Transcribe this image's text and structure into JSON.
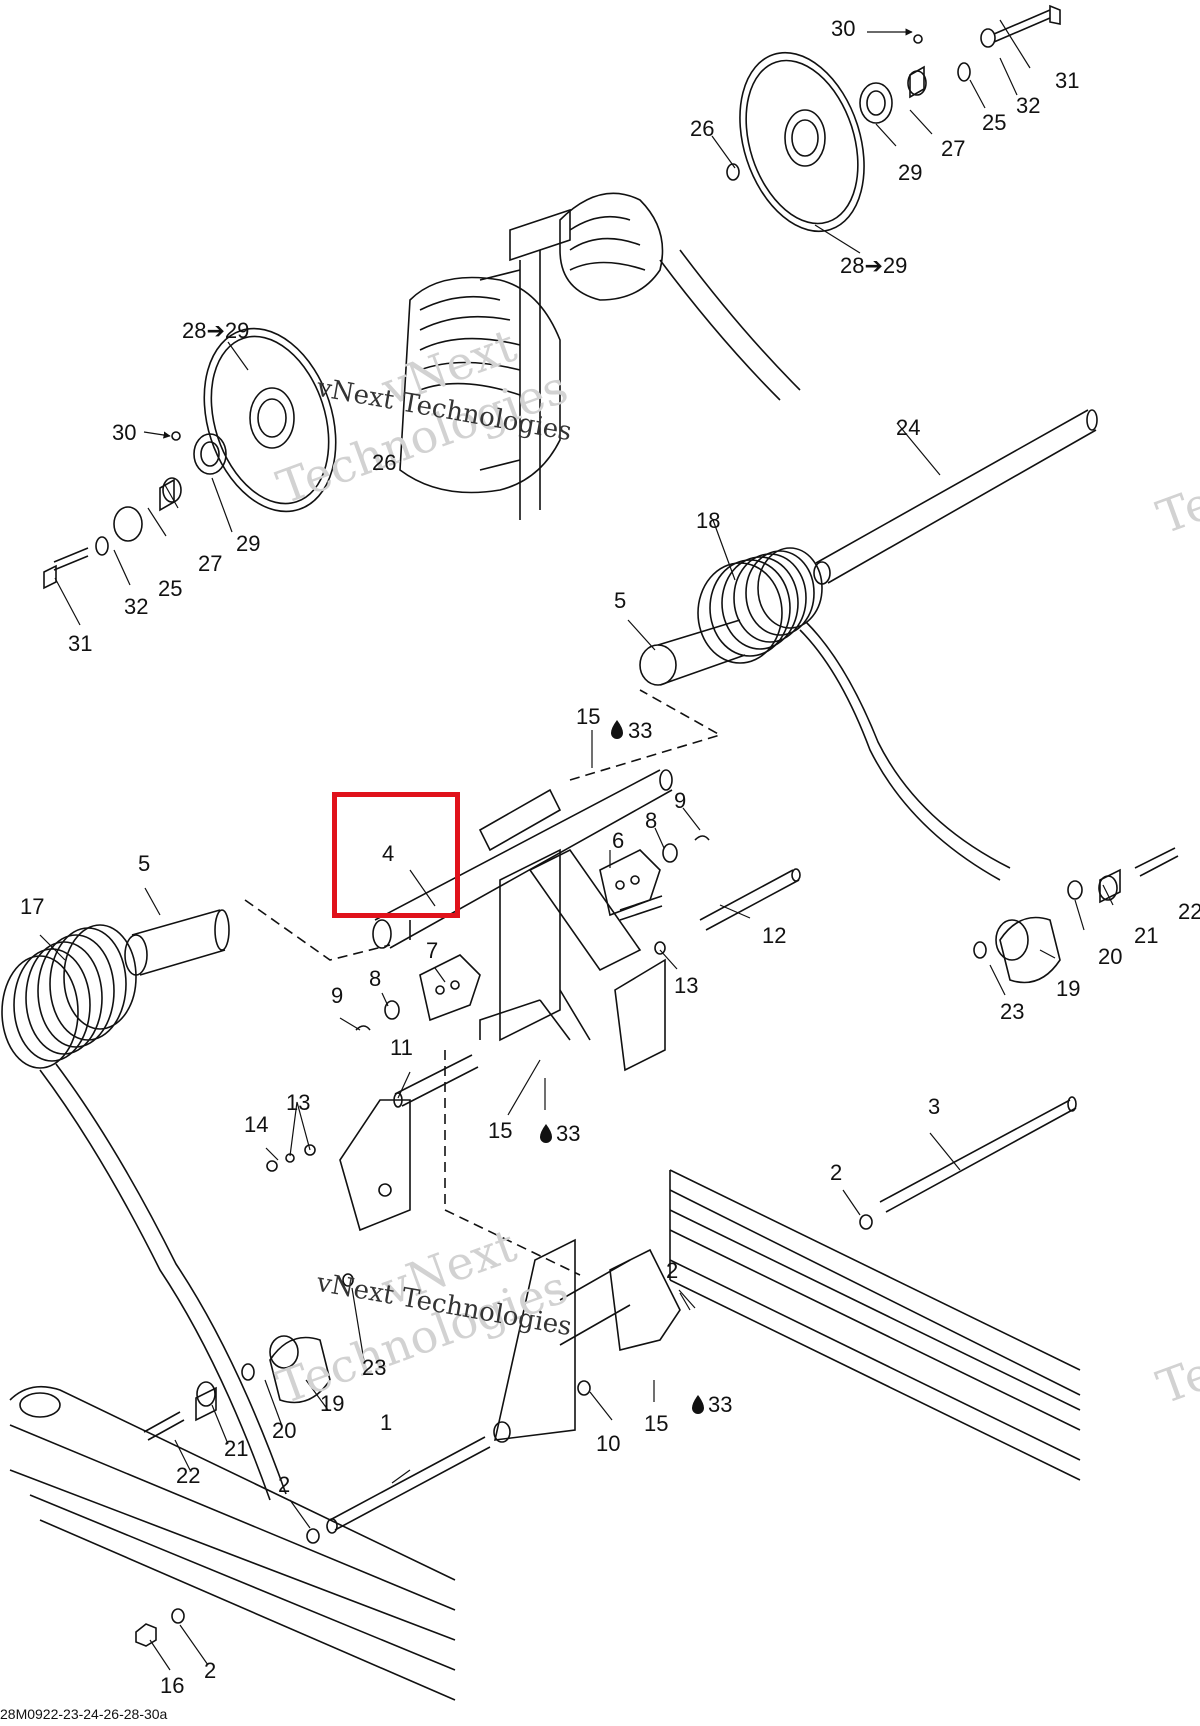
{
  "diagram": {
    "drawing_code": "28M0922-23-24-26-28-30a",
    "watermark_line1": "vNext",
    "watermark_line2": "Technologies",
    "watermark_caption": "vNext Technologies",
    "highlighted_part": "4",
    "labels": {
      "l30a": "30",
      "l31a": "31",
      "l32a": "32",
      "l25a": "25",
      "l27a": "27",
      "l26a": "26",
      "l29a": "29",
      "l2829a": "28➔29",
      "l2829b": "28➔29",
      "l30b": "30",
      "l26b": "26",
      "l29b": "29",
      "l27b": "27",
      "l25b": "25",
      "l32b": "32",
      "l31b": "31",
      "l24": "24",
      "l18": "18",
      "l5a": "5",
      "l15a": "15",
      "l33a": "33",
      "l9a": "9",
      "l8a": "8",
      "l6": "6",
      "l4": "4",
      "l5b": "5",
      "l17": "17",
      "l7": "7",
      "l8b": "8",
      "l9b": "9",
      "l12": "12",
      "l13a": "13",
      "l11": "11",
      "l15b": "15",
      "l33b": "33",
      "l14": "14",
      "l13b": "13",
      "l22a": "22",
      "l21a": "21",
      "l20a": "20",
      "l19a": "19",
      "l23a": "23",
      "l3": "3",
      "l2a": "2",
      "l2b": "2",
      "l23b": "23",
      "l19b": "19",
      "l20b": "20",
      "l21b": "21",
      "l22b": "22",
      "l1": "1",
      "l10": "10",
      "l15c": "15",
      "l33c": "33",
      "l2c": "2",
      "l2d": "2",
      "l16": "16"
    }
  }
}
